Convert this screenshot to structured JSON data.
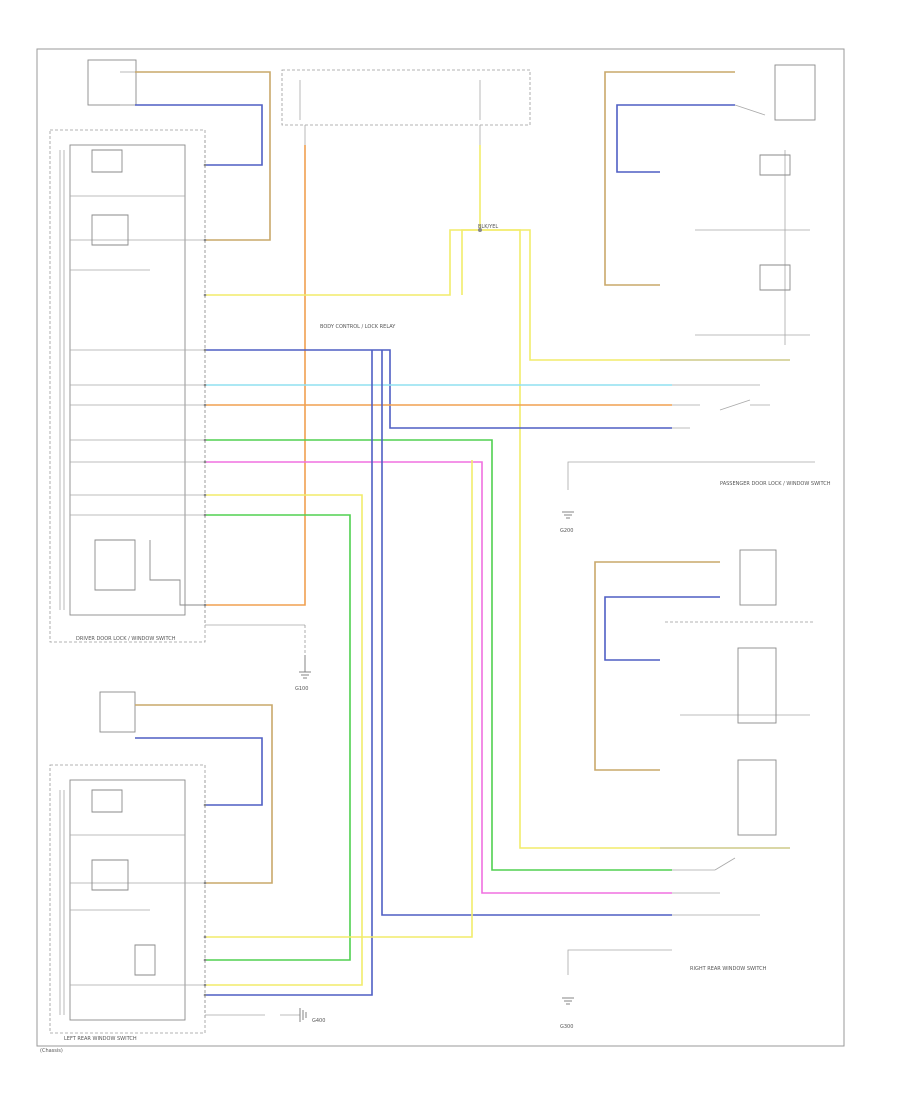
{
  "colors": {
    "tan": "#c9a86a",
    "blue": "#4f5fc4",
    "orange": "#f0a050",
    "yellow": "#f2ec6a",
    "lightblue": "#90e0f0",
    "green": "#50d050",
    "pink": "#f070e0",
    "ltgreen": "#a0e870",
    "frame": "#9a9a9a"
  },
  "labels": {
    "driver_switch_caption": "DRIVER DOOR LOCK / WINDOW SWITCH",
    "left_rear_switch_caption": "LEFT REAR WINDOW SWITCH",
    "right_rear_switch_caption": "RIGHT REAR WINDOW SWITCH",
    "passenger_switch_caption": "PASSENGER DOOR LOCK / WINDOW SWITCH",
    "center_harness_label": "BODY CONTROL / LOCK RELAY",
    "blk_splice": "BLK/YEL",
    "ground_g100": "G100",
    "ground_g200": "G200",
    "ground_g300": "G300",
    "ground_g400": "G400",
    "footer_left": "(Chassis)"
  }
}
